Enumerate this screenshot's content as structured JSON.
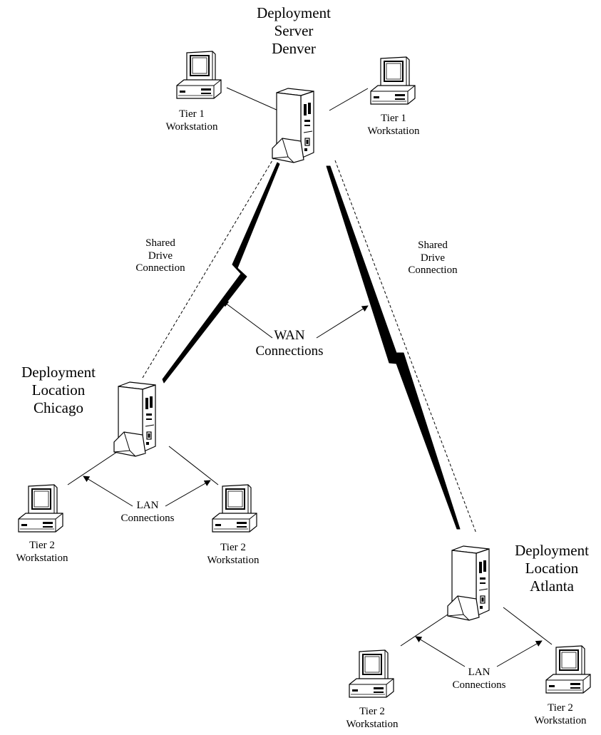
{
  "nodes": {
    "denver": {
      "label": "Deployment\nServer\nDenver"
    },
    "chicago": {
      "label": "Deployment\nLocation\nChicago"
    },
    "atlanta": {
      "label": "Deployment\nLocation\nAtlanta"
    },
    "tier1_left": {
      "label": "Tier 1\nWorkstation"
    },
    "tier1_right": {
      "label": "Tier 1\nWorkstation"
    },
    "chicago_ws_left": {
      "label": "Tier 2\nWorkstation"
    },
    "chicago_ws_right": {
      "label": "Tier 2\nWorkstation"
    },
    "atlanta_ws_left": {
      "label": "Tier 2\nWorkstation"
    },
    "atlanta_ws_right": {
      "label": "Tier 2\nWorkstation"
    }
  },
  "connections": {
    "shared_drive_left": "Shared\nDrive\nConnection",
    "shared_drive_right": "Shared\nDrive\nConnection",
    "wan": "WAN\nConnections",
    "lan_chicago": "LAN\nConnections",
    "lan_atlanta": "LAN\nConnections"
  }
}
